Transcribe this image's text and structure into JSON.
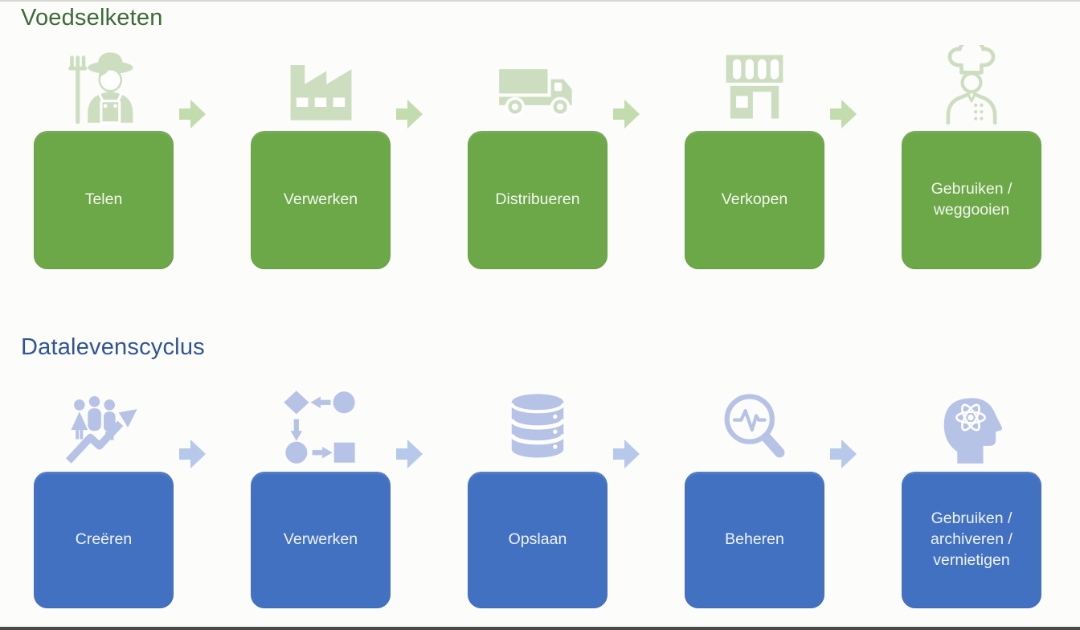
{
  "page": {
    "background": "#fcfcfa",
    "top_edge_color": "#d9d9d3",
    "bottom_edge_color": "#4b4b45"
  },
  "rows": [
    {
      "id": "voedselketen",
      "title": "Voedselketen",
      "title_color": "#3c6b38",
      "box_color": "#6ca748",
      "label_color": "#f3f7ef",
      "icon_color": "#cddec0",
      "arrow_color": "#c3dcae",
      "stages": [
        {
          "label": "Telen",
          "icon": "farmer-icon"
        },
        {
          "label": "Verwerken",
          "icon": "factory-icon"
        },
        {
          "label": "Distribueren",
          "icon": "truck-icon"
        },
        {
          "label": "Verkopen",
          "icon": "storefront-icon"
        },
        {
          "label": "Gebruiken /\nweggooien",
          "icon": "chef-icon"
        }
      ]
    },
    {
      "id": "datalevenscyclus",
      "title": "Datalevenscyclus",
      "title_color": "#2f5496",
      "box_color": "#4371c2",
      "label_color": "#eef3fb",
      "icon_color": "#b6c3e6",
      "arrow_color": "#b7c9ea",
      "stages": [
        {
          "label": "Creëren",
          "icon": "population-growth-icon"
        },
        {
          "label": "Verwerken",
          "icon": "flowchart-icon"
        },
        {
          "label": "Opslaan",
          "icon": "database-icon"
        },
        {
          "label": "Beheren",
          "icon": "search-pulse-icon"
        },
        {
          "label": "Gebruiken /\narchiveren /\nvernietigen",
          "icon": "head-atom-icon"
        }
      ]
    }
  ]
}
